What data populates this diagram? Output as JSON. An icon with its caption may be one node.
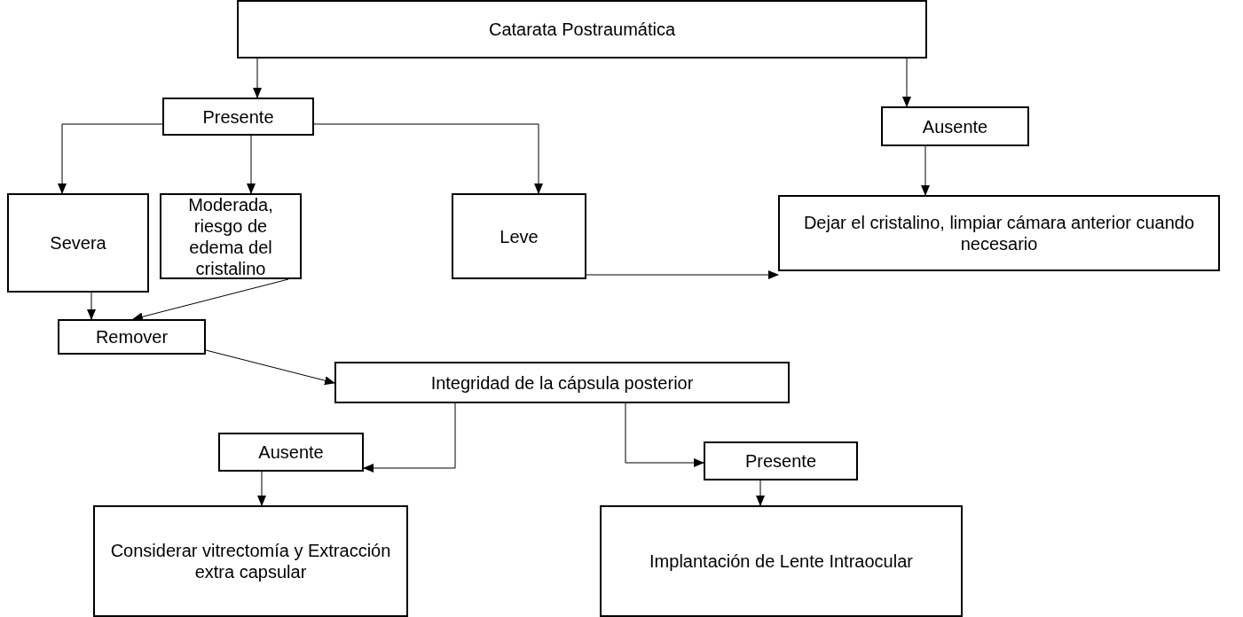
{
  "diagram": {
    "nodes": [
      {
        "text": [
          "Catarata Postraumática"
        ]
      },
      {
        "text": [
          "Presente"
        ]
      },
      {
        "text": [
          "Ausente"
        ]
      },
      {
        "text": [
          "Severa"
        ]
      },
      {
        "text": [
          "Moderada, riesgo de edema del cristalino"
        ]
      },
      {
        "text": [
          "Leve"
        ]
      },
      {
        "text": [
          "Dejar el cristalino, limpiar cámara anterior cuando necesario"
        ]
      },
      {
        "text": [
          "Remover"
        ]
      },
      {
        "text": [
          "Integridad de la cápsula posterior"
        ]
      },
      {
        "text": [
          "Ausente"
        ]
      },
      {
        "text": [
          "Presente"
        ]
      },
      {
        "text": [
          "Considerar vitrectomía y Extracción extra capsular"
        ]
      },
      {
        "text": [
          "Implantación de Lente Intraocular"
        ]
      }
    ],
    "edges": [
      {
        "from": 0,
        "to": 1,
        "arrow": "to"
      },
      {
        "from": 0,
        "to": 2,
        "arrow": "to"
      },
      {
        "from": 1,
        "to": 3,
        "arrow": "to"
      },
      {
        "from": 1,
        "to": 4,
        "arrow": "to"
      },
      {
        "from": 1,
        "to": 5,
        "arrow": "to"
      },
      {
        "from": 2,
        "to": 6,
        "arrow": "to"
      },
      {
        "from": 3,
        "to": 7,
        "arrow": "to"
      },
      {
        "from": 4,
        "to": 7,
        "arrow": "to"
      },
      {
        "from": 5,
        "to": 6,
        "arrow": "to"
      },
      {
        "from": 7,
        "to": 8,
        "arrow": "to"
      },
      {
        "from": 8,
        "to": 9,
        "arrow": "to"
      },
      {
        "from": 8,
        "to": 10,
        "arrow": "to"
      },
      {
        "from": 9,
        "to": 11,
        "arrow": "to"
      },
      {
        "from": 10,
        "to": 12,
        "arrow": "to"
      }
    ]
  }
}
